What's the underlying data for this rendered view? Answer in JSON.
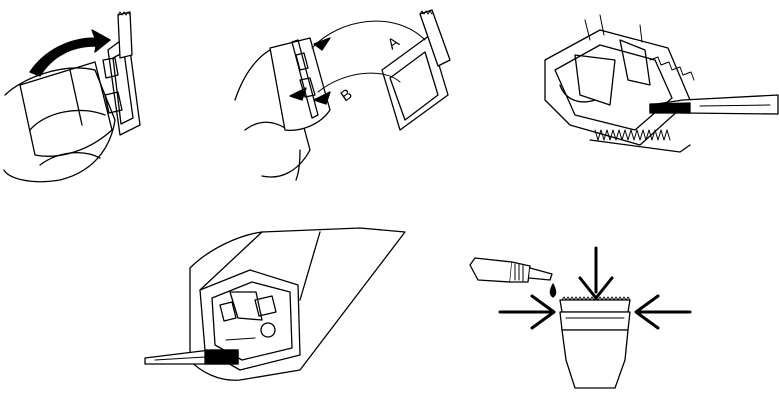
{
  "figure": {
    "panels": [
      {
        "id": "remove-blade",
        "labels": []
      },
      {
        "id": "attach-blade",
        "labels": [
          "A",
          "B"
        ]
      },
      {
        "id": "clean-blade-brush",
        "labels": []
      },
      {
        "id": "clean-head-brush",
        "labels": []
      },
      {
        "id": "oil-blade",
        "labels": []
      }
    ],
    "label_a": "A",
    "label_b": "B"
  },
  "colors": {
    "ink": "#000000",
    "paper": "#ffffff",
    "shade": "#d9d9d9"
  }
}
